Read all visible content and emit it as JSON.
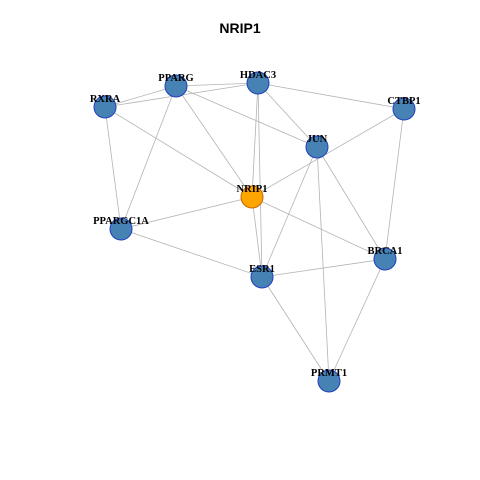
{
  "title": "NRIP1",
  "colors": {
    "node_fill": "#4682B4",
    "node_stroke": "#1F3FBF",
    "center_fill": "#FFA500",
    "center_stroke": "#C86400",
    "edge": "#B3B3B3"
  },
  "nodes": [
    {
      "id": "NRIP1",
      "label": "NRIP1",
      "center": true
    },
    {
      "id": "PPARG",
      "label": "PPARG"
    },
    {
      "id": "HDAC3",
      "label": "HDAC3"
    },
    {
      "id": "RXRA",
      "label": "RXRA"
    },
    {
      "id": "CTBP1",
      "label": "CTBP1"
    },
    {
      "id": "JUN",
      "label": "JUN"
    },
    {
      "id": "PPARGC1A",
      "label": "PPARGC1A"
    },
    {
      "id": "BRCA1",
      "label": "BRCA1"
    },
    {
      "id": "ESR1",
      "label": "ESR1"
    },
    {
      "id": "PRMT1",
      "label": "PRMT1"
    }
  ],
  "edges": [
    [
      "RXRA",
      "PPARG"
    ],
    [
      "RXRA",
      "HDAC3"
    ],
    [
      "RXRA",
      "NRIP1"
    ],
    [
      "RXRA",
      "PPARGC1A"
    ],
    [
      "PPARG",
      "HDAC3"
    ],
    [
      "PPARG",
      "JUN"
    ],
    [
      "PPARG",
      "NRIP1"
    ],
    [
      "PPARG",
      "PPARGC1A"
    ],
    [
      "HDAC3",
      "CTBP1"
    ],
    [
      "HDAC3",
      "JUN"
    ],
    [
      "HDAC3",
      "NRIP1"
    ],
    [
      "HDAC3",
      "ESR1"
    ],
    [
      "CTBP1",
      "NRIP1"
    ],
    [
      "CTBP1",
      "BRCA1"
    ],
    [
      "JUN",
      "ESR1"
    ],
    [
      "JUN",
      "BRCA1"
    ],
    [
      "JUN",
      "PRMT1"
    ],
    [
      "NRIP1",
      "PPARGC1A"
    ],
    [
      "NRIP1",
      "BRCA1"
    ],
    [
      "NRIP1",
      "ESR1"
    ],
    [
      "PPARGC1A",
      "ESR1"
    ],
    [
      "ESR1",
      "BRCA1"
    ],
    [
      "ESR1",
      "PRMT1"
    ],
    [
      "BRCA1",
      "PRMT1"
    ]
  ]
}
